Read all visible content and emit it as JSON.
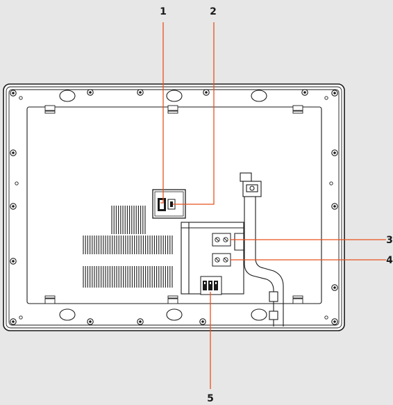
{
  "callouts": [
    {
      "id": "1",
      "label": "1"
    },
    {
      "id": "2",
      "label": "2"
    },
    {
      "id": "3",
      "label": "3"
    },
    {
      "id": "4",
      "label": "4"
    },
    {
      "id": "5",
      "label": "5"
    }
  ],
  "colors": {
    "background": "#e7e7e7",
    "outline": "#1a1a1a",
    "leader": "#e8511e"
  }
}
